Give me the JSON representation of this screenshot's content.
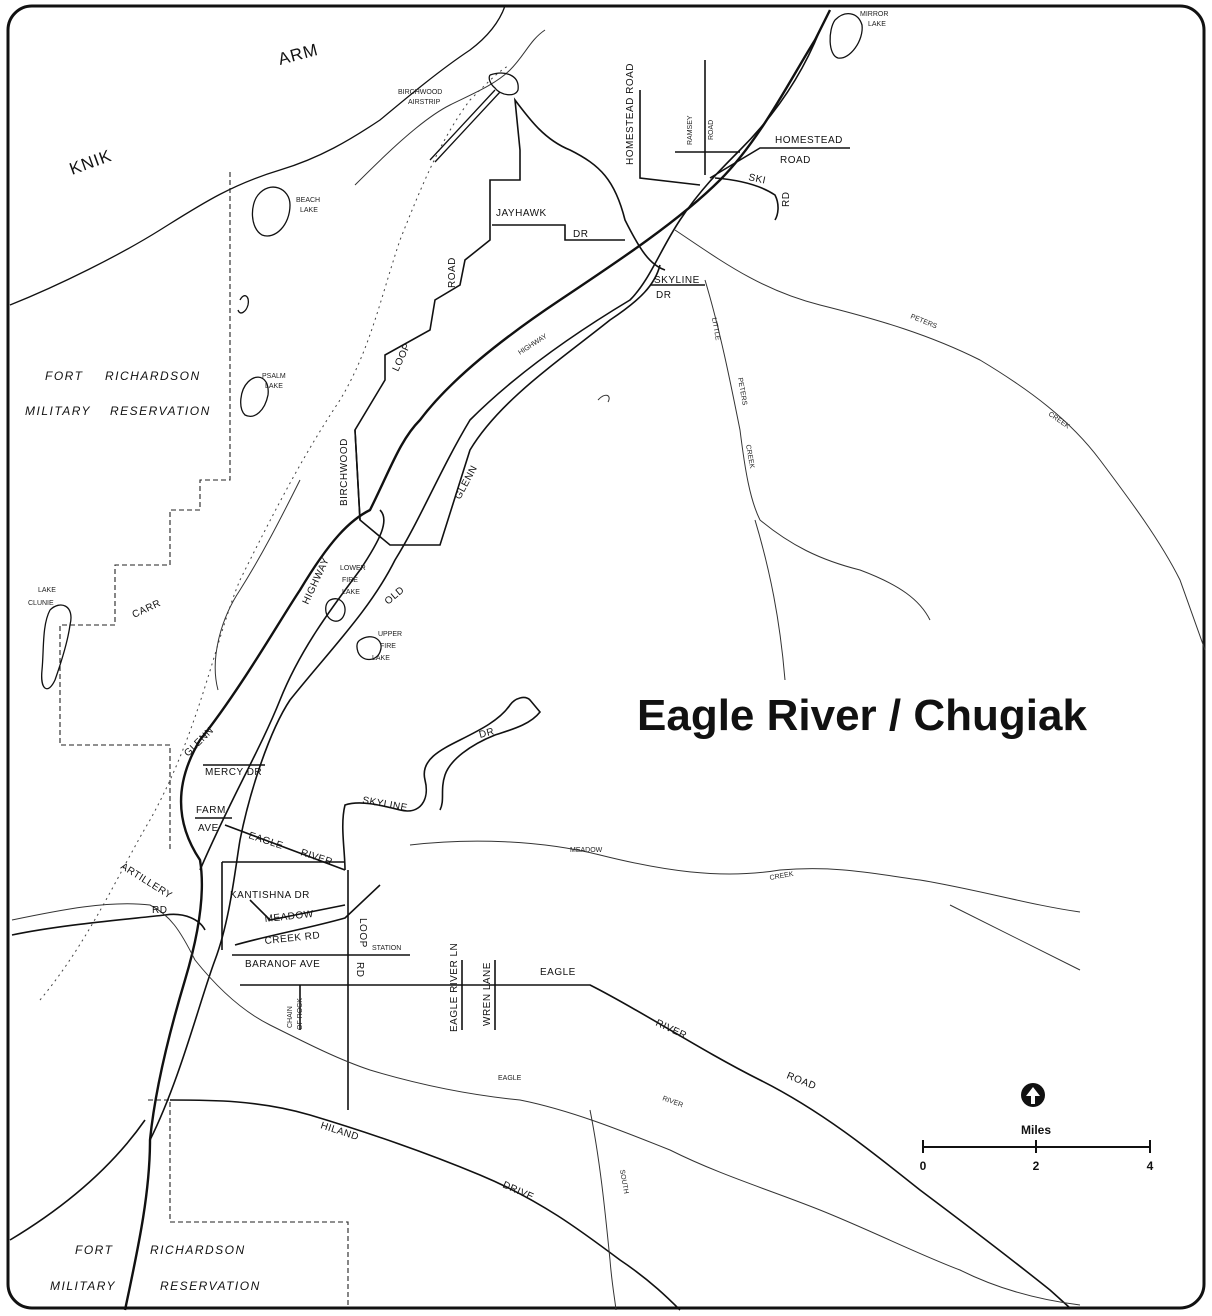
{
  "map": {
    "title": "Eagle River / Chugiak",
    "water_labels": {
      "knik": "KNIK",
      "arm": "ARM"
    },
    "military": {
      "north_fort": "FORT",
      "north_richardson": "RICHARDSON",
      "north_military": "MILITARY",
      "north_reservation": "RESERVATION",
      "south_fort": "FORT",
      "south_richardson": "RICHARDSON",
      "south_military": "MILITARY",
      "south_reservation": "RESERVATION"
    },
    "places": {
      "birchwood_airstrip_1": "BIRCHWOOD",
      "birchwood_airstrip_2": "AIRSTRIP",
      "mirror_lake_1": "MIRROR",
      "mirror_lake_2": "LAKE",
      "beach_lake_1": "BEACH",
      "beach_lake_2": "LAKE",
      "psalm_lake_1": "PSALM",
      "psalm_lake_2": "LAKE",
      "lake_clunie_1": "LAKE",
      "lake_clunie_2": "CLUNIE",
      "lower_fire_lake_1": "LOWER",
      "lower_fire_lake_2": "FIRE",
      "lower_fire_lake_3": "LAKE",
      "upper_fire_lake_1": "UPPER",
      "upper_fire_lake_2": "FIRE",
      "upper_fire_lake_3": "LAKE"
    },
    "roads": {
      "homestead_road_v": "HOMESTEAD ROAD",
      "ramsey": "RAMSEY",
      "ramsey_road": "ROAD",
      "homestead_e": "HOMESTEAD",
      "homestead_e_road": "ROAD",
      "ski": "SKI",
      "ski_rd": "RD",
      "jayhawk": "JAYHAWK",
      "jayhawk_dr": "DR",
      "skyline_n": "SKYLINE",
      "skyline_n_dr": "DR",
      "loop_n": "LOOP",
      "road_n": "ROAD",
      "highway_n": "HIGHWAY",
      "birchwood": "BIRCHWOOD",
      "glenn_n": "GLENN",
      "highway_w": "HIGHWAY",
      "old": "OLD",
      "carr": "CARR",
      "glenn_s": "GLENN",
      "mercy": "MERCY DR",
      "farm": "FARM",
      "ave": "AVE",
      "eagle_river_1": "EAGLE",
      "eagle_river_2": "RIVER",
      "skyline_s": "SKYLINE",
      "skyline_s_dr": "DR",
      "artillery": "ARTILLERY",
      "artillery_rd": "RD",
      "kantishna": "KANTISHNA DR",
      "meadow": "MEADOW",
      "creek_rd": "CREEK RD",
      "loop_s": "LOOP",
      "loop_s_rd": "RD",
      "baranof": "BARANOF AVE",
      "station": "STATION",
      "chain": "CHAIN",
      "of_rock": "OF ROCK",
      "eagle_river_ln": "EAGLE RIVER LN",
      "wren_lane": "WREN LANE",
      "eagle_road_1": "EAGLE",
      "eagle_road_2": "RIVER",
      "eagle_road_3": "ROAD",
      "hiland": "HILAND",
      "drive": "DRIVE"
    },
    "creeks": {
      "peters_1": "PETERS",
      "peters_2": "CREEK",
      "little_1": "LITTLE",
      "little_2": "PETERS",
      "little_3": "CREEK",
      "meadow_1": "MEADOW",
      "meadow_2": "CREEK",
      "eagle_1": "EAGLE",
      "eagle_2": "RIVER",
      "south_fork": "SOUTH"
    },
    "scale": {
      "unit": "Miles",
      "ticks": [
        "0",
        "2",
        "4"
      ]
    },
    "north_arrow": "north-arrow-icon"
  }
}
